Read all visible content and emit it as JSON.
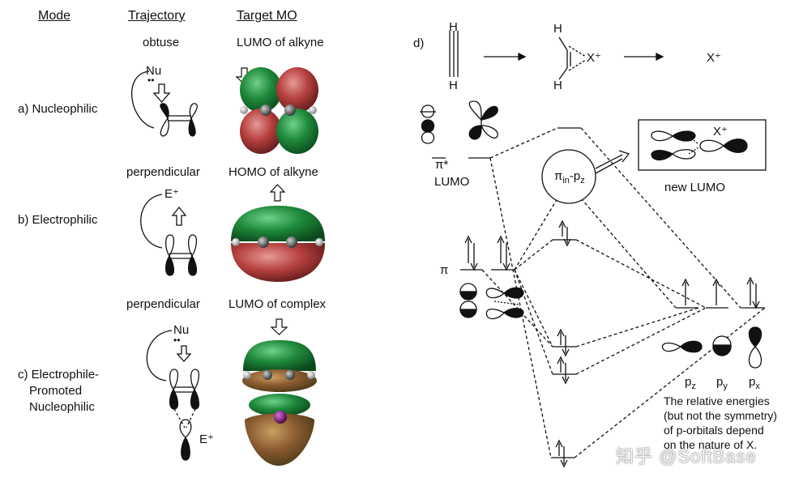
{
  "headers": {
    "mode": "Mode",
    "trajectory": "Trajectory",
    "target_mo": "Target MO"
  },
  "rows": [
    {
      "mode_label": "a) Nucleophilic",
      "trajectory": "obtuse",
      "target": "LUMO of alkyne",
      "attacker": "Nu",
      "attacker_dots": "••"
    },
    {
      "mode_label": "b) Electrophilic",
      "trajectory": "perpendicular",
      "target": "HOMO of alkyne",
      "attacker": "E⁺"
    },
    {
      "mode_label_lines": [
        "c) Electrophile-",
        "Promoted",
        "Nucleophilic"
      ],
      "trajectory": "perpendicular",
      "target": "LUMO of complex",
      "attacker": "Nu",
      "attacker_dots": "••",
      "electrophile": "E⁺"
    }
  ],
  "panel_d": {
    "label": "d)",
    "reaction": {
      "atom_h": "H",
      "product_x": "X⁺",
      "ion_x": "X⁺"
    },
    "labels": {
      "pi_star": "π*",
      "lumo": "LUMO",
      "pi": "π",
      "pi_in_pz": "πin-pz",
      "pi_in_pz_main": "π",
      "pi_in_pz_sub1": "in",
      "pi_in_pz_sep": "-p",
      "pi_in_pz_sub2": "z",
      "new_lumo": "new LUMO",
      "box_x": "X⁺",
      "pz": "pz",
      "py": "py",
      "px": "px",
      "p": "p",
      "sub_z": "z",
      "sub_y": "y",
      "sub_x": "x"
    },
    "note_lines": [
      "The relative energies",
      "(but not the symmetry)",
      "of p-orbitals depend",
      "on the nature of X."
    ]
  },
  "colors": {
    "green": "#1f8a3b",
    "red": "#b6403e",
    "purple": "#7a1f7a",
    "ink": "#111111"
  },
  "watermark": "知乎 @SoftBase"
}
